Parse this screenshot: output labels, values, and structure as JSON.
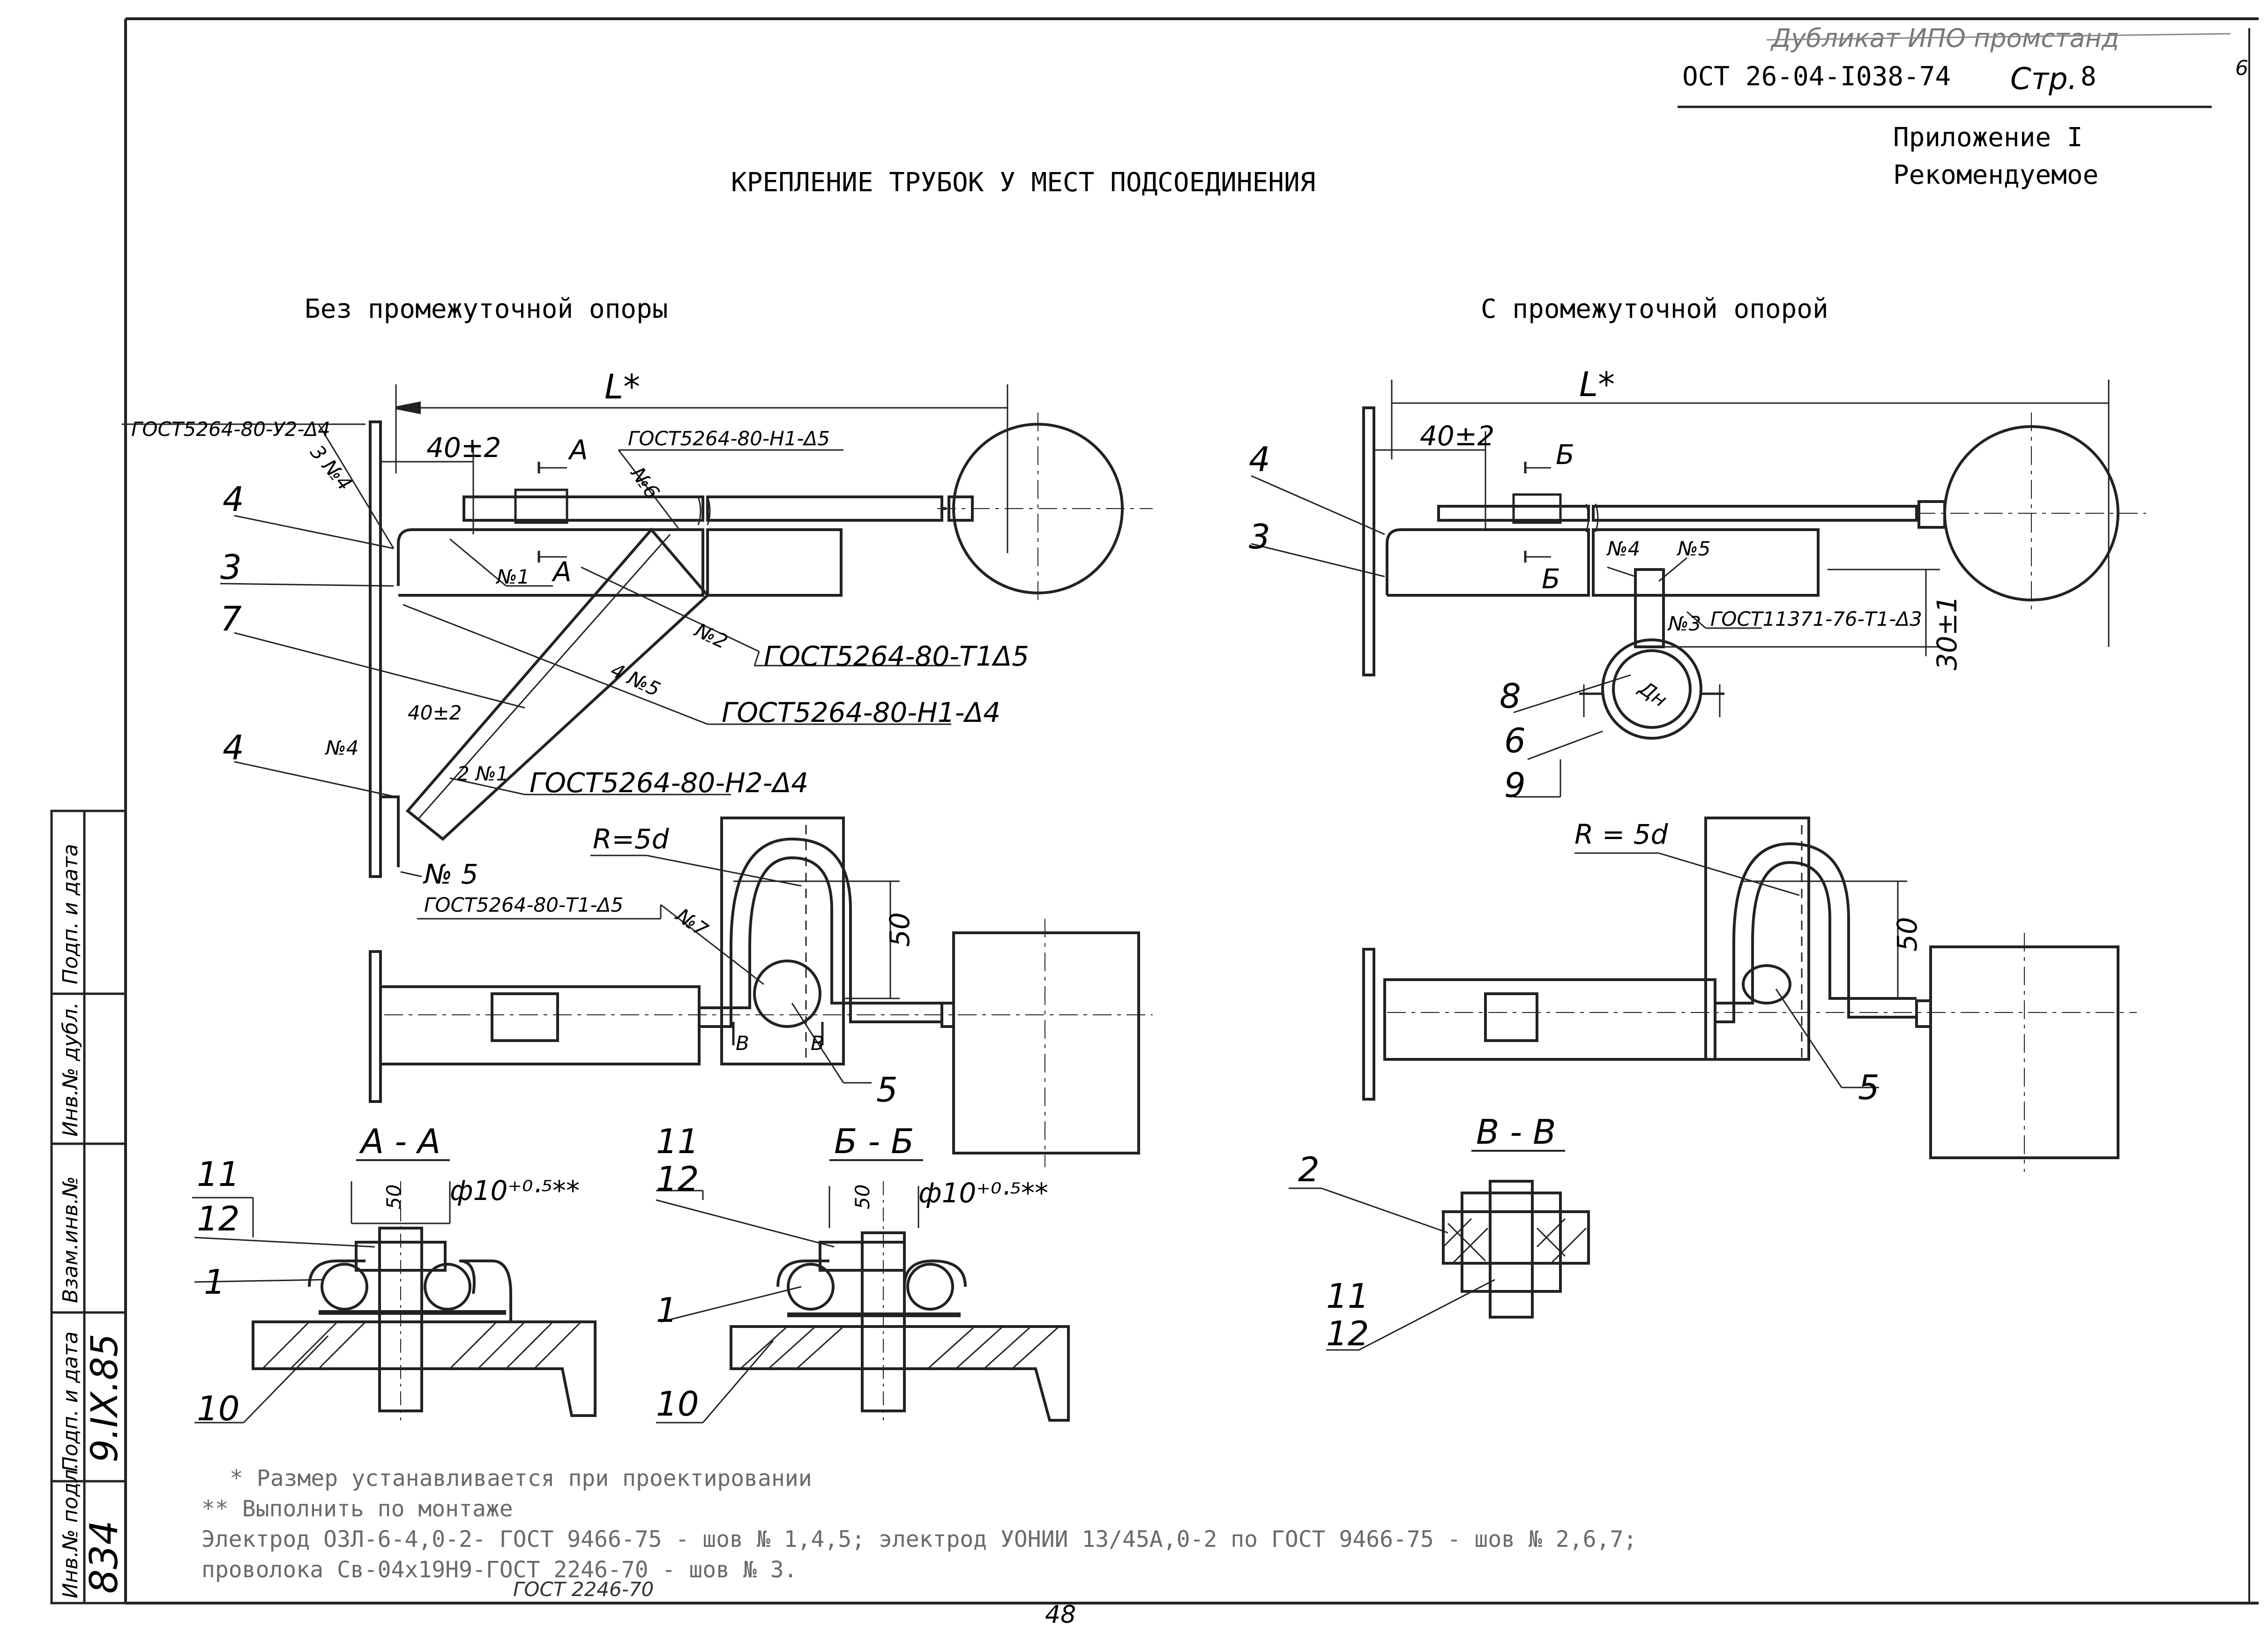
{
  "header": {
    "standard": "ОСТ 26-04-I038-74",
    "page_label": "Стр.",
    "page_number": "8",
    "handwritten_note": "Дубликат ИПО промстанд",
    "corner_mark": "6",
    "appendix": "Приложение I",
    "recommended": "Рекомендуемое"
  },
  "title": "КРЕПЛЕНИЕ ТРУБОК У МЕСТ ПОДСОЕДИНЕНИЯ",
  "left": {
    "heading": "Без промежуточной опоры",
    "dim_length": "L*",
    "dim_40": "40±2",
    "dim_40_lower": "40±2",
    "section_a": "А",
    "section_a2": "А",
    "part_4_top": "4",
    "part_3": "3",
    "part_7": "7",
    "part_4_low": "4",
    "weld_no4_top": "3 №4",
    "weld_no6": "№6",
    "weld_no1": "№1",
    "weld_no2": "№2",
    "weld_no5_mid": "4 №5",
    "weld_no4_low": "№4",
    "weld_no1_low": "2 №1",
    "weld_no5_low": "№ 5",
    "gost_u2": "ГОСТ5264-80-У2-Δ4",
    "gost_n1_5": "ГОСТ5264-80-Н1-Δ5",
    "gost_t1_5": "ГОСТ5264-80-Т1Δ5",
    "gost_n1_4": "ГОСТ5264-80-Н1-Δ4",
    "gost_n2_4": "ГОСТ5264-80-Н2-Δ4"
  },
  "left_bottom": {
    "radius": "R=5d",
    "gost_t1_5": "ГОСТ5264-80-Т1-Δ5",
    "weld_no7": "№7",
    "dim_50": "50",
    "section_b1": "В",
    "section_b2": "В",
    "part_5": "5"
  },
  "right": {
    "heading": "С промежуточной опорой",
    "dim_length": "L*",
    "dim_40": "40±2",
    "section_b": "Б",
    "section_b2": "Б",
    "part_4": "4",
    "part_3": "3",
    "weld_no4": "№4",
    "weld_no5": "№5",
    "weld_no3": "№3",
    "gost_11371": "ГОСТ11371-76-Т1-Δ3",
    "dim_30": "30±1",
    "dn": "Дн",
    "part_8": "8",
    "part_6": "6",
    "part_9": "9"
  },
  "right_bottom": {
    "radius": "R = 5d",
    "dim_50": "50",
    "part_5": "5"
  },
  "sections": {
    "aa_title": "А - А",
    "aa_11": "11",
    "aa_12": "12",
    "aa_1": "1",
    "aa_10": "10",
    "aa_50": "50",
    "aa_hole": "ф10⁺⁰·⁵**",
    "bb_title": "Б - Б",
    "bb_11": "11",
    "bb_12": "12",
    "bb_1": "1",
    "bb_10": "10",
    "bb_50": "50",
    "bb_hole": "ф10⁺⁰·⁵**",
    "vv_title": "В - В",
    "vv_2": "2",
    "vv_11": "11",
    "vv_12": "12"
  },
  "notes": {
    "line1": "* Размер устанавливается при проектировании",
    "line2": "** Выполнить по монтаже",
    "line3": "Электрод ОЗЛ-6-4,0-2- ГОСТ 9466-75 - шов № 1,4,5; электрод УОНИИ 13/45А,0-2 по ГОСТ 9466-75 - шов № 2,6,7;",
    "line4": "проволока Св-04х19Н9-ГОСТ 2246-70 - шов № 3.",
    "strike_insert": "ГОСТ 2246-70"
  },
  "stamp": {
    "col1": "Подп. и дата",
    "col2": "Инв.№ дубл.",
    "col3": "Взам.инв.№",
    "col4": "Подп. и дата",
    "col5": "Инв.№ подл.",
    "date_value": "9.IX.85",
    "inv_value": "834"
  },
  "footer_page": "48"
}
